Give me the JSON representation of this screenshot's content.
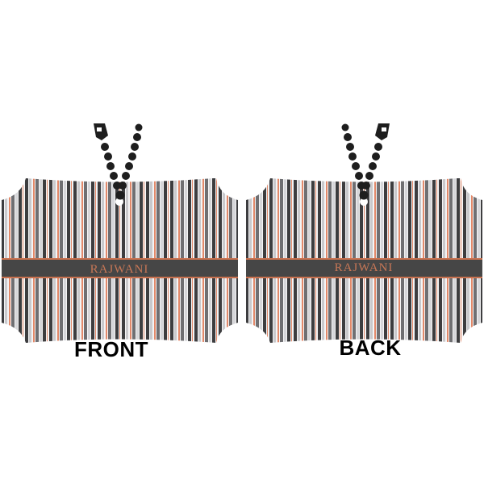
{
  "product": {
    "personalization_text": "RAJWANI",
    "views": [
      {
        "id": "front",
        "label": "FRONT"
      },
      {
        "id": "back",
        "label": "BACK"
      }
    ]
  },
  "colors": {
    "background": "#ffffff",
    "stripe_dark": "#3d3d3f",
    "stripe_mid": "#6f6f72",
    "stripe_light": "#c9c9cc",
    "stripe_pale": "#e6e6e8",
    "stripe_accent": "#e2896a",
    "band": "#464646",
    "band_border": "#c9714f",
    "band_text": "#c77756",
    "chain": "#1e1e1e",
    "label": "#000000"
  }
}
